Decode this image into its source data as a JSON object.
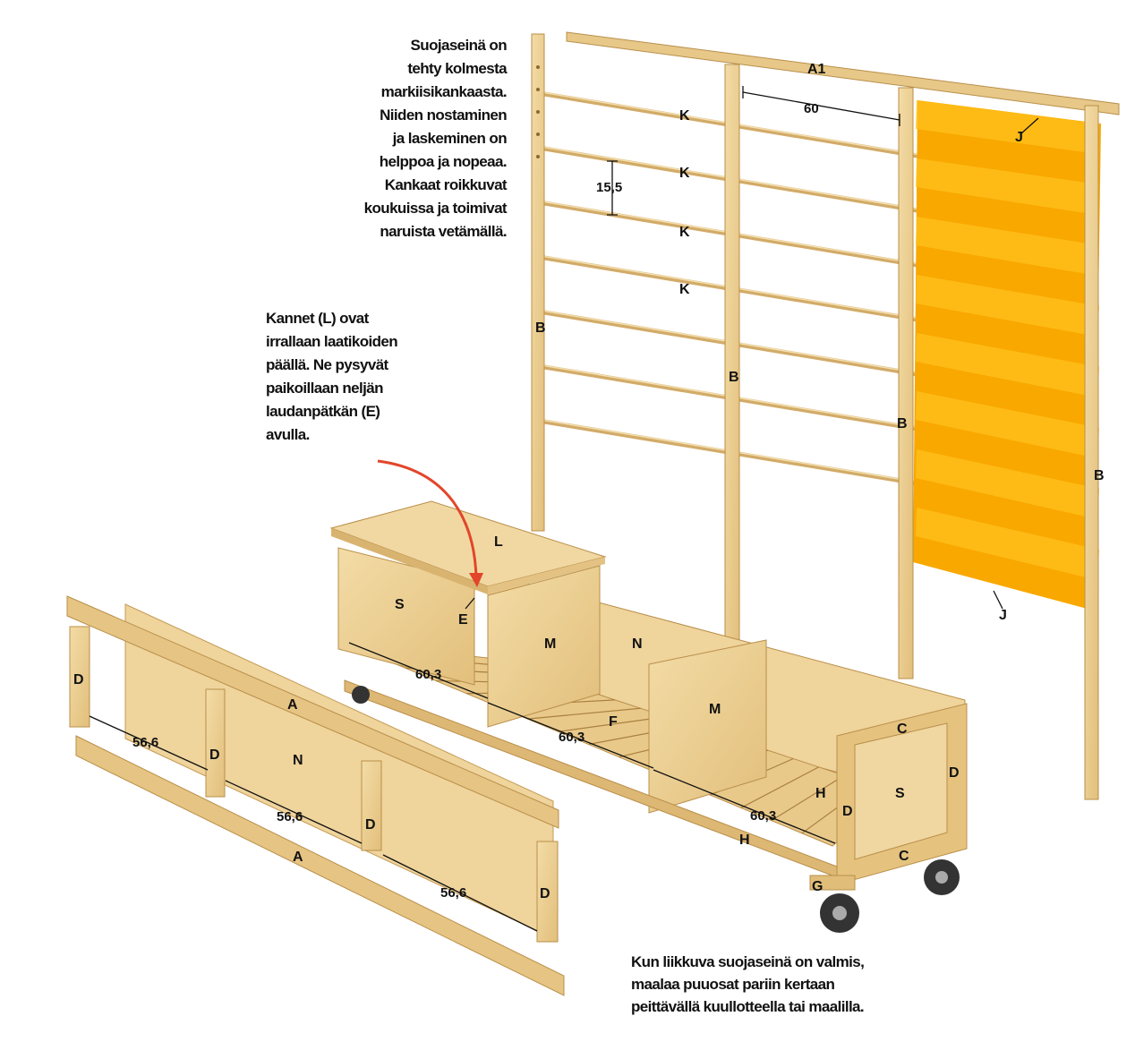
{
  "notes": {
    "screen": [
      "Suojaseinä on",
      "tehty kolmesta",
      "markiisikankaasta.",
      "Niiden nostaminen",
      "ja laskeminen on",
      "helppoa ja nopeaa.",
      "Kankaat roikkuvat",
      "koukuissa ja toimivat",
      "naruista vetämällä."
    ],
    "lids": [
      "Kannet (L) ovat",
      "irrallaan laatikoiden",
      "päällä. Ne pysyvät",
      "paikoillaan neljän",
      "laudanpätkän (E)",
      "avulla."
    ],
    "paint": [
      "Kun liikkuva suojaseinä on valmis,",
      "maalaa puuosat pariin kertaan",
      "peittävällä kuullotteella tai maalilla."
    ]
  },
  "labels": {
    "a1": "A1",
    "k": "K",
    "j": "J",
    "b": "B",
    "l": "L",
    "s": "S",
    "e": "E",
    "m": "M",
    "n": "N",
    "f": "F",
    "c": "C",
    "d": "D",
    "h": "H",
    "g": "G",
    "a": "A"
  },
  "dimensions": {
    "rail_spacing": "60",
    "dowel_spacing": "15,5",
    "box_width": "60,3",
    "post_spacing": "56,6"
  },
  "colors": {
    "wood": "#eccf92",
    "wood_dark": "#c99e55",
    "fabric": "#f9a800",
    "fabric_light": "#ffbf1a",
    "arrow": "#e2462a"
  }
}
